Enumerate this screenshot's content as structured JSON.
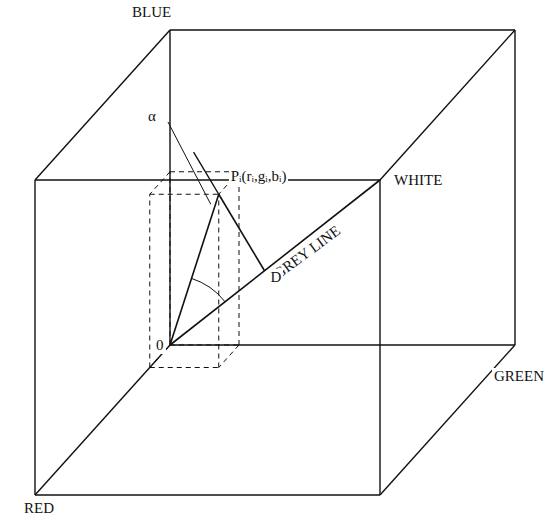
{
  "diagram": {
    "labels": [
      "BLUE",
      "WHITE",
      "GREEN",
      "RED",
      "GREY LINE",
      "Pᵢ(rᵢ,gᵢ,bᵢ)",
      "α",
      "D",
      "0"
    ]
  }
}
